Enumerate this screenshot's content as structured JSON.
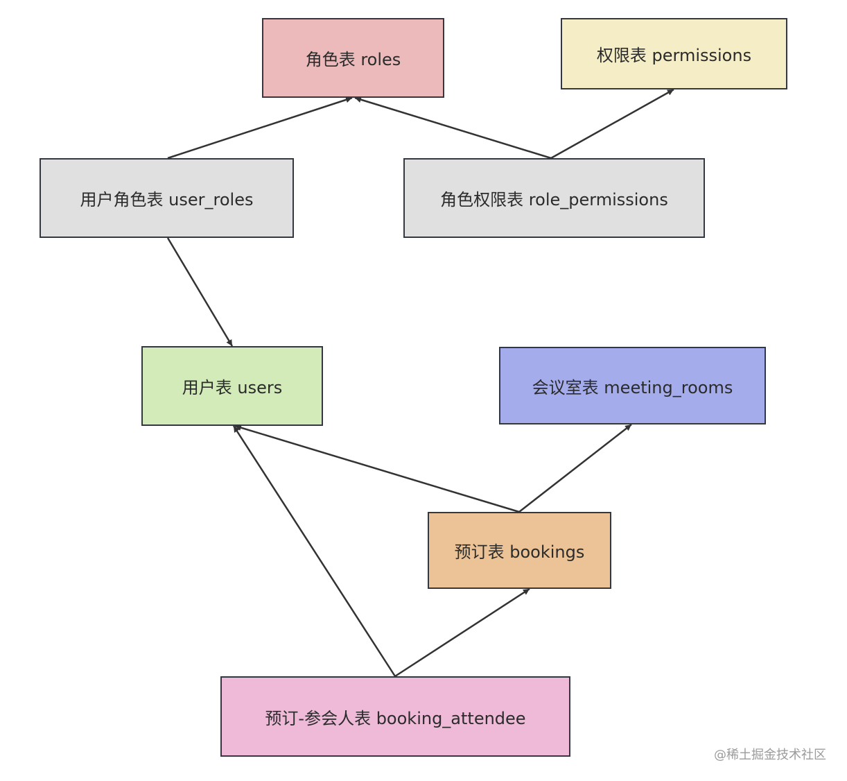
{
  "diagram": {
    "nodes": [
      {
        "id": "roles",
        "label": "角色表 roles",
        "color": "#ecbaba"
      },
      {
        "id": "permissions",
        "label": "权限表 permissions",
        "color": "#f5edc6"
      },
      {
        "id": "user_roles",
        "label": "用户角色表 user_roles",
        "color": "#e0e0e0"
      },
      {
        "id": "role_permissions",
        "label": "角色权限表 role_permissions",
        "color": "#e0e0e0"
      },
      {
        "id": "users",
        "label": "用户表 users",
        "color": "#d2ebb8"
      },
      {
        "id": "meeting_rooms",
        "label": "会议室表 meeting_rooms",
        "color": "#a4acec"
      },
      {
        "id": "bookings",
        "label": "预订表 bookings",
        "color": "#ecc396"
      },
      {
        "id": "booking_attendee",
        "label": "预订-参会人表 booking_attendee",
        "color": "#eebad8"
      }
    ],
    "edges": [
      {
        "from": "user_roles",
        "to": "roles"
      },
      {
        "from": "role_permissions",
        "to": "roles"
      },
      {
        "from": "role_permissions",
        "to": "permissions"
      },
      {
        "from": "user_roles",
        "to": "users"
      },
      {
        "from": "bookings",
        "to": "users"
      },
      {
        "from": "bookings",
        "to": "meeting_rooms"
      },
      {
        "from": "booking_attendee",
        "to": "users"
      },
      {
        "from": "booking_attendee",
        "to": "bookings"
      }
    ],
    "edge_color": "#333333"
  },
  "watermark": "@稀土掘金技术社区"
}
